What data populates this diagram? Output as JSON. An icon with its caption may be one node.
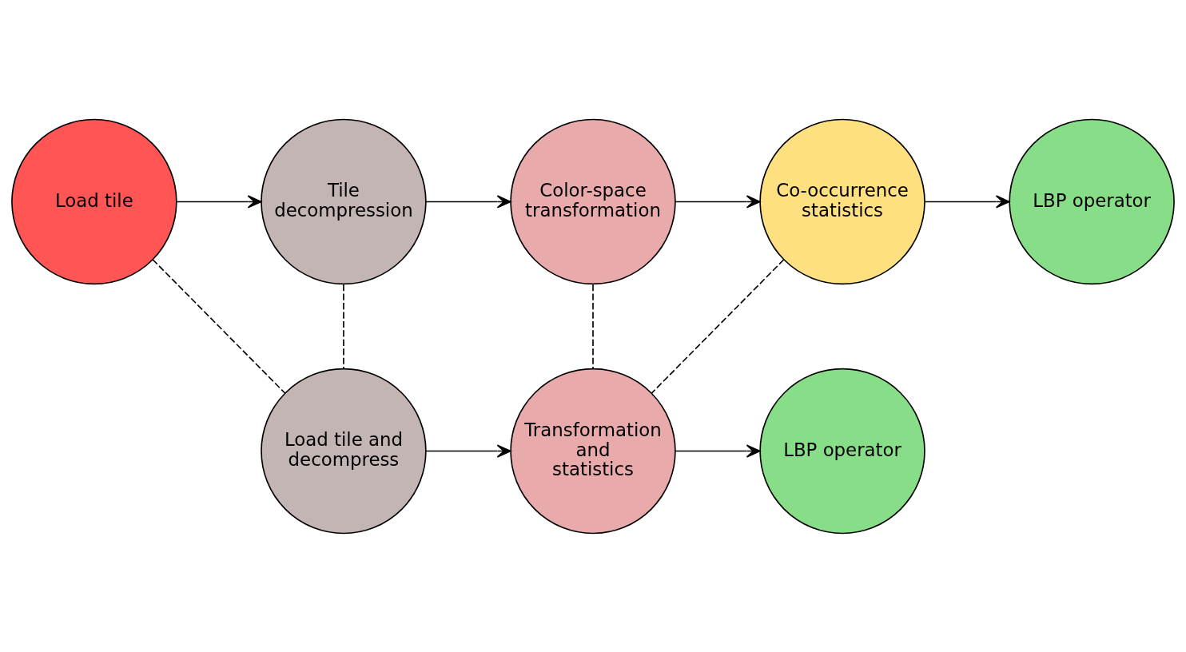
{
  "diagram": {
    "nodes": [
      {
        "text": [
          "Load tile"
        ]
      },
      {
        "text": [
          "Tile decompression"
        ]
      },
      {
        "text": [
          "Color-space transformation"
        ]
      },
      {
        "text": [
          "Co-occurrence statistics"
        ]
      },
      {
        "text": [
          "LBP operator"
        ]
      },
      {
        "text": [
          "Load tile and decompress"
        ]
      },
      {
        "text": [
          "Transformation and statistics"
        ]
      },
      {
        "text": [
          "LBP operator"
        ]
      }
    ],
    "edges": [
      {
        "from": 0,
        "to": 1,
        "arrow": "to"
      },
      {
        "from": 1,
        "to": 2,
        "arrow": "to"
      },
      {
        "from": 2,
        "to": 3,
        "arrow": "to"
      },
      {
        "from": 3,
        "to": 4,
        "arrow": "to"
      },
      {
        "from": 5,
        "to": 6,
        "arrow": "to"
      },
      {
        "from": 6,
        "to": 7,
        "arrow": "to"
      },
      {
        "from": 0,
        "to": 5,
        "arrow": "none",
        "style": "dashed"
      },
      {
        "from": 1,
        "to": 5,
        "arrow": "none",
        "style": "dashed"
      },
      {
        "from": 2,
        "to": 6,
        "arrow": "none",
        "style": "dashed"
      },
      {
        "from": 3,
        "to": 6,
        "arrow": "none",
        "style": "dashed"
      }
    ]
  }
}
